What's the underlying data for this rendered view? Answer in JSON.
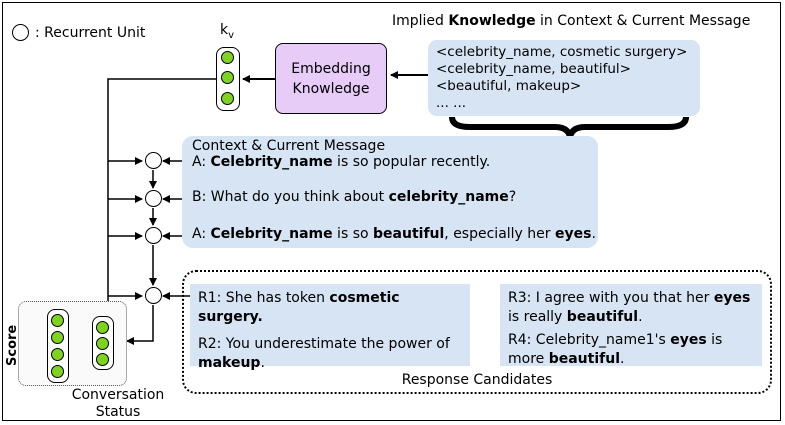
{
  "legend": {
    "label": ": Recurrent Unit"
  },
  "kv": {
    "label": "k",
    "subscript": "v"
  },
  "embedding": {
    "line1": "Embedding",
    "line2": "Knowledge"
  },
  "knowledge": {
    "title_prefix": "Implied ",
    "title_bold": "Knowledge",
    "title_suffix": " in Context & Current Message",
    "triples": [
      "<celebrity_name, cosmetic surgery>",
      "<celebrity_name, beautiful>",
      "<beautiful, makeup>",
      "... ..."
    ]
  },
  "context": {
    "title": "Context & Current Message",
    "lines": [
      [
        {
          "t": "A: "
        },
        {
          "t": "Celebrity_name",
          "b": true
        },
        {
          "t": " is so popular recently."
        }
      ],
      [
        {
          "t": "B: What do you think about "
        },
        {
          "t": "celebrity_name",
          "b": true
        },
        {
          "t": "?"
        }
      ],
      [
        {
          "t": "A: "
        },
        {
          "t": "Celebrity_name",
          "b": true
        },
        {
          "t": " is so "
        },
        {
          "t": "beautiful",
          "b": true
        },
        {
          "t": ", especially her "
        },
        {
          "t": "eyes",
          "b": true
        },
        {
          "t": "."
        }
      ]
    ]
  },
  "candidates": {
    "label": "Response Candidates",
    "left": [
      [
        {
          "t": "R1: She has token "
        },
        {
          "t": "cosmetic surgery.",
          "b": true
        }
      ],
      [
        {
          "t": "R2:  You underestimate the power of "
        },
        {
          "t": "makeup",
          "b": true
        },
        {
          "t": "."
        }
      ]
    ],
    "right": [
      [
        {
          "t": "R3: I agree with you that her "
        },
        {
          "t": "eyes",
          "b": true
        },
        {
          "t": " is really "
        },
        {
          "t": "beautiful",
          "b": true
        },
        {
          "t": "."
        }
      ],
      [
        {
          "t": "R4: Celebrity_name1's "
        },
        {
          "t": "eyes",
          "b": true
        },
        {
          "t": " is more "
        },
        {
          "t": "beautiful",
          "b": true
        },
        {
          "t": "."
        }
      ]
    ]
  },
  "status": {
    "score_label": "Score",
    "label_line1": "Conversation",
    "label_line2": "Status"
  },
  "colors": {
    "node_fill": "#7ed321",
    "embed_fill": "#e8ccf8",
    "box_fill": "#d6e4f4"
  }
}
